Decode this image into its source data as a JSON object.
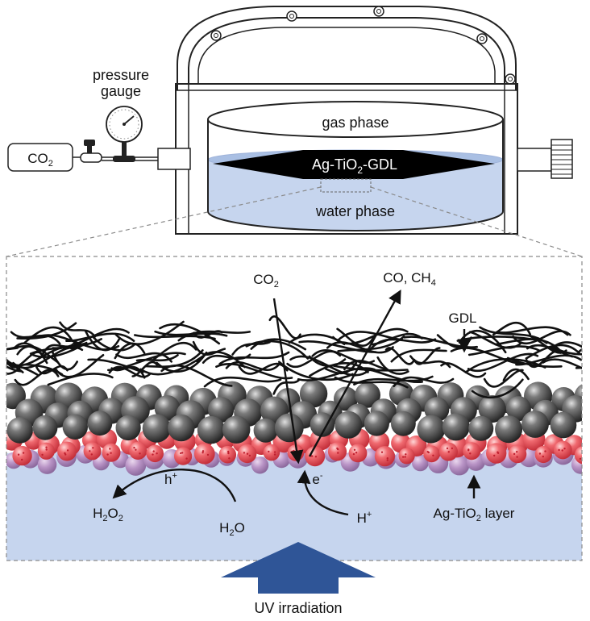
{
  "labels": {
    "pressure_gauge_line1": "pressure",
    "pressure_gauge_line2": "gauge",
    "co2_source": "CO",
    "co2_source_sub": "2",
    "gas_phase": "gas phase",
    "catalyst_a": "Ag-TiO",
    "catalyst_sub": "2",
    "catalyst_b": "-GDL",
    "water_phase": "water phase",
    "co2_in": "CO",
    "co2_in_sub": "2",
    "products_a": "CO, CH",
    "products_sub": "4",
    "gdl": "GDL",
    "hole": "h",
    "hole_sup": "+",
    "electron": "e",
    "electron_sup": "-",
    "h2o2_a": "H",
    "h2o2_sub1": "2",
    "h2o2_b": "O",
    "h2o2_sub2": "2",
    "water_a": "H",
    "water_sub": "2",
    "water_b": "O",
    "proton": "H",
    "proton_sup": "+",
    "layer_a": "Ag-TiO",
    "layer_sub": "2",
    "layer_b": " layer",
    "uv": "UV irradiation"
  },
  "colors": {
    "water": "#c6d5ee",
    "uv_arrow": "#2f5597",
    "tio2": "#ef5b66",
    "tio2_back": "#b28bc0",
    "gdl_sphere": "#4a4a4a",
    "fiber": "#111111"
  }
}
